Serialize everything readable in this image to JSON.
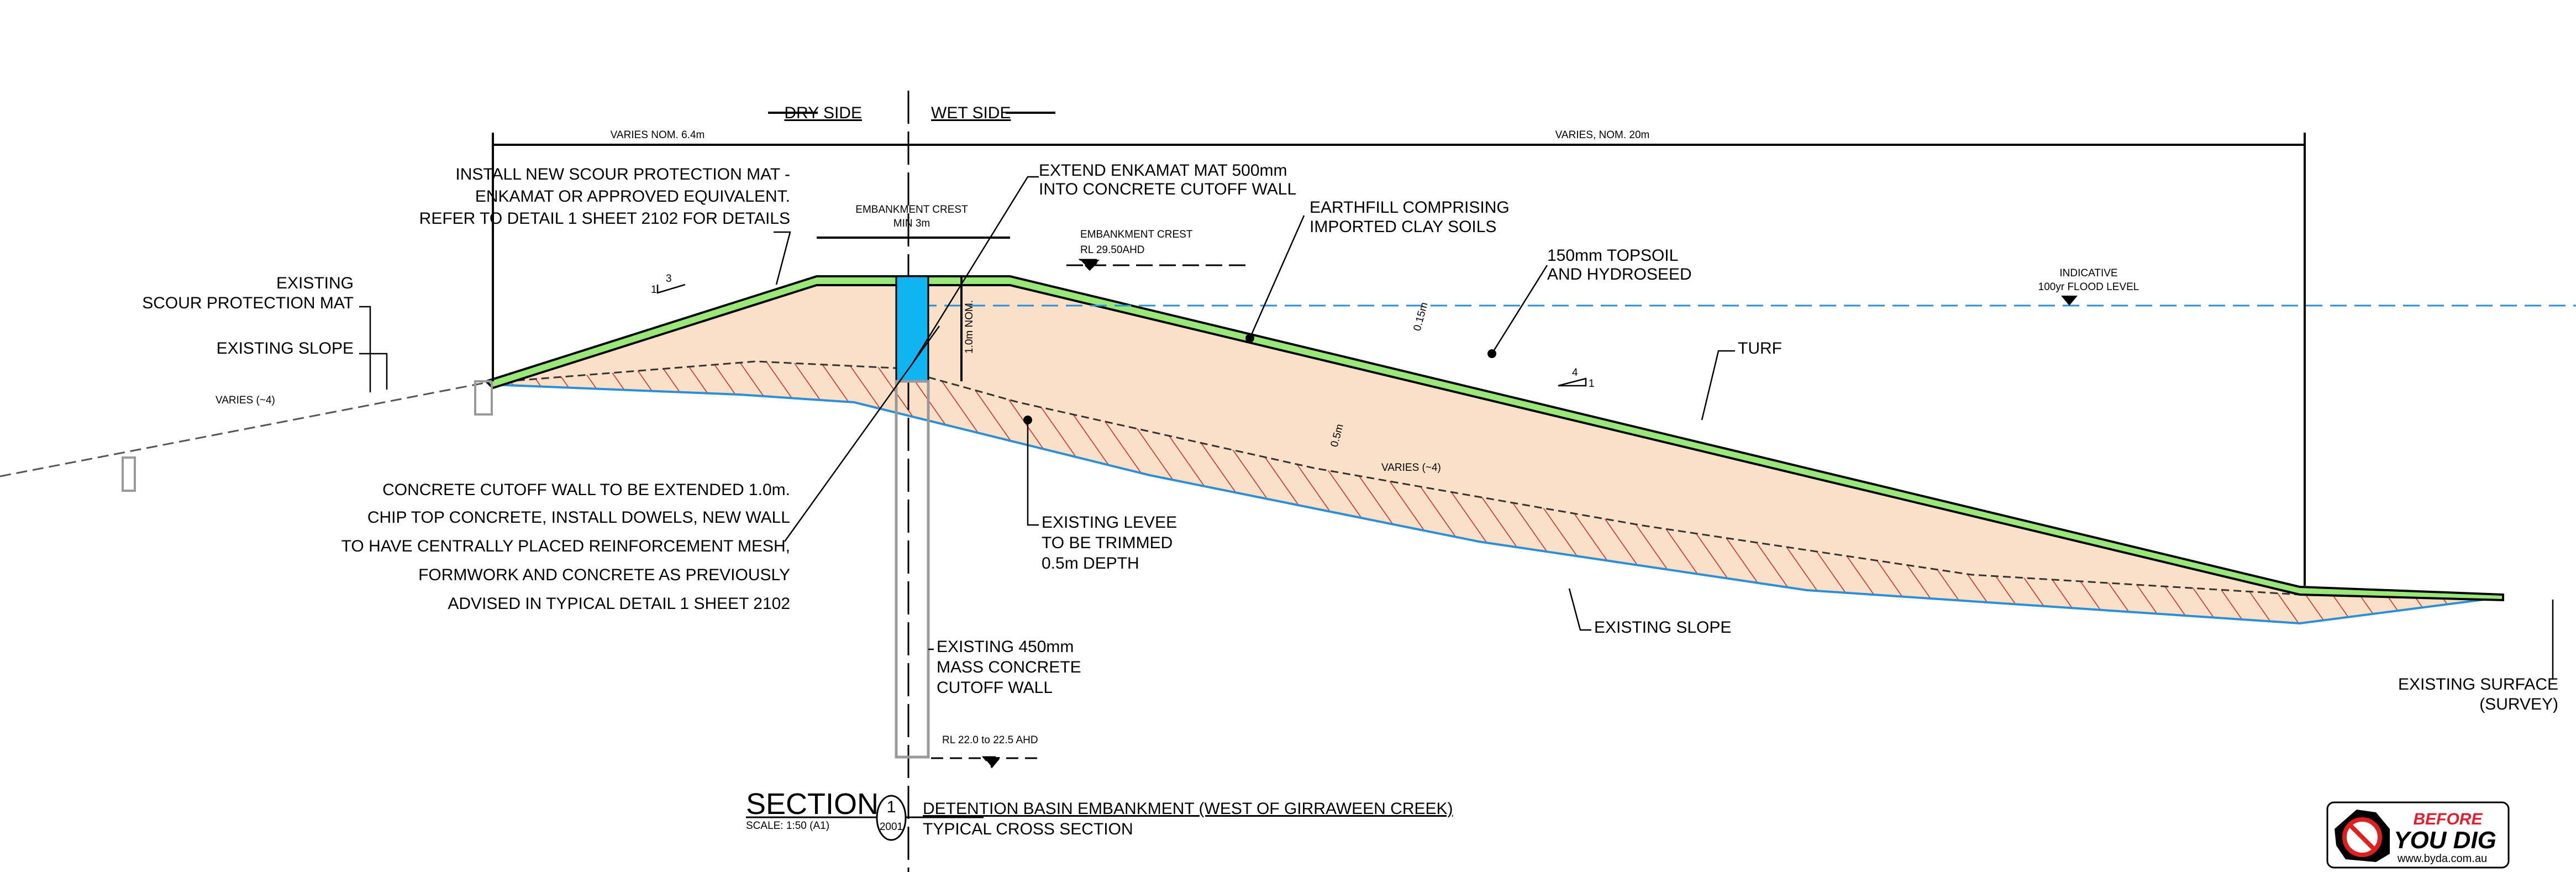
{
  "sides": {
    "dry": "DRY SIDE",
    "wet": "WET SIDE"
  },
  "dimensions": {
    "left": "VARIES NOM. 6.4m",
    "right": "VARIES, NOM. 20m",
    "crest": [
      "EMBANKMENT CREST",
      "MIN 3m"
    ],
    "wall_height": "1.0m NOM.",
    "topsoil": "0.15m",
    "trim": "0.5m"
  },
  "slopes": {
    "left": {
      "rise": "3",
      "run": "1"
    },
    "right": {
      "rise": "4",
      "run": "1"
    },
    "varies_left": "VARIES (~4)",
    "varies_right": "VARIES (~4)"
  },
  "notes": {
    "scour_new": [
      "INSTALL NEW SCOUR PROTECTION MAT -",
      "ENKAMAT OR APPROVED EQUIVALENT.",
      "REFER TO DETAIL 1 SHEET 2102 FOR DETAILS"
    ],
    "scour_existing": [
      "EXISTING",
      "SCOUR PROTECTION MAT"
    ],
    "existing_slope_left": "EXISTING SLOPE",
    "extend_enkamat": [
      "EXTEND ENKAMAT MAT 500mm",
      "INTO CONCRETE CUTOFF WALL"
    ],
    "crest_rl": [
      "EMBANKMENT CREST",
      "RL 29.50AHD"
    ],
    "earthfill": [
      "EARTHFILL COMPRISING",
      "IMPORTED CLAY SOILS"
    ],
    "topsoil": [
      "150mm TOPSOIL",
      "AND HYDROSEED"
    ],
    "flood": [
      "INDICATIVE",
      "100yr FLOOD LEVEL"
    ],
    "turf": "TURF",
    "cutoff_extend": [
      "CONCRETE CUTOFF WALL TO BE EXTENDED 1.0m.",
      "CHIP TOP CONCRETE, INSTALL  DOWELS, NEW WALL",
      "TO HAVE CENTRALLY PLACED REINFORCEMENT MESH,",
      "FORMWORK AND CONCRETE AS PREVIOUSLY",
      "ADVISED IN TYPICAL DETAIL 1 SHEET 2102"
    ],
    "levee": [
      "EXISTING LEVEE",
      "TO BE TRIMMED",
      "0.5m DEPTH"
    ],
    "existing_slope_right": "EXISTING SLOPE",
    "existing_wall": [
      "EXISTING 450mm",
      "MASS CONCRETE",
      "CUTOFF WALL"
    ],
    "existing_surface": [
      "EXISTING SURFACE",
      "(SURVEY)"
    ],
    "wall_base_rl": "RL 22.0 to 22.5 AHD"
  },
  "title": {
    "section": "SECTION",
    "scale": "SCALE: 1:50 (A1)",
    "number": "1",
    "sheet": "2001",
    "line1": "DETENTION BASIN EMBANKMENT (WEST OF GIRRAWEEN CREEK)",
    "line2": "TYPICAL CROSS SECTION"
  },
  "logo": {
    "before": "BEFORE",
    "you_dig": "YOU DIG",
    "url": "www.byda.com.au"
  },
  "colors": {
    "fill": "#fbe0c8",
    "turf": "#98e878",
    "wall": "#10b4f0",
    "flood": "#2a8fd8",
    "hatch": "#e02020"
  }
}
